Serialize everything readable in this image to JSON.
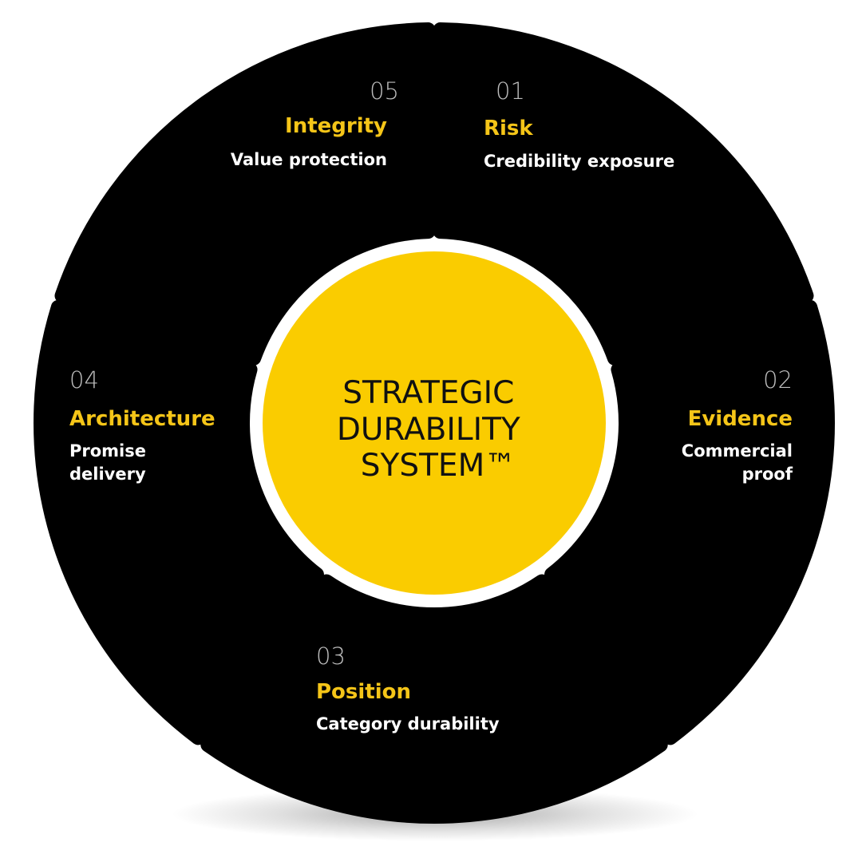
{
  "colors": {
    "segment_fill": "#000000",
    "accent": "#F5C518",
    "center_fill": "#FACC00",
    "number": "#BDBDBD",
    "description": "#FFFFFF",
    "center_text": "#111111",
    "background": "#FFFFFF"
  },
  "center": {
    "lines": [
      "STRATEGIC",
      "DURABILITY",
      "SYSTEM™"
    ]
  },
  "segments": [
    {
      "number": "01",
      "title": "Risk",
      "description": [
        "Credibility exposure"
      ]
    },
    {
      "number": "02",
      "title": "Evidence",
      "description": [
        "Commercial",
        "proof"
      ]
    },
    {
      "number": "03",
      "title": "Position",
      "description": [
        "Category durability"
      ]
    },
    {
      "number": "04",
      "title": "Architecture",
      "description": [
        "Promise",
        "delivery"
      ]
    },
    {
      "number": "05",
      "title": "Integrity",
      "description": [
        "Value protection"
      ]
    }
  ]
}
